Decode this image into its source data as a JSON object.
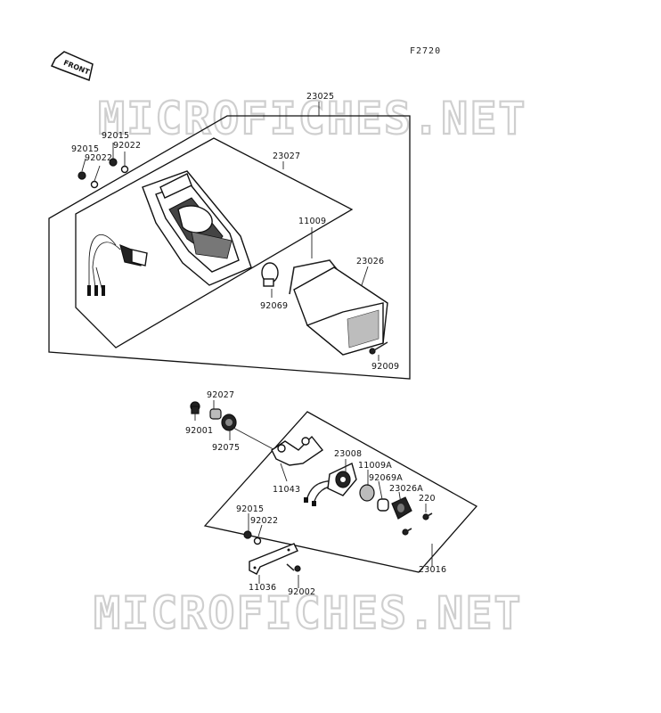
{
  "figure_code": "F2720",
  "front_arrow": {
    "label": "FRONT"
  },
  "watermark": {
    "text": "MICROFICHES.NET"
  },
  "parts": {
    "p23025": "23025",
    "p23027": "23027",
    "p92015_a": "92015",
    "p92022_a": "92022",
    "p92015_b": "92015",
    "p92022_b": "92022",
    "p11009": "11009",
    "p23026": "23026",
    "p92069": "92069",
    "p92009": "92009",
    "p92027": "92027",
    "p92001": "92001",
    "p92075": "92075",
    "p23008": "23008",
    "p11009A": "11009A",
    "p92069A": "92069A",
    "p23026A": "23026A",
    "p220": "220",
    "p11043": "11043",
    "p92015_c": "92015",
    "p92022_c": "92022",
    "p11036": "11036",
    "p92002": "92002",
    "p23016": "23016"
  },
  "colors": {
    "line": "#111111",
    "watermark": "#cfcfcf",
    "background": "#ffffff"
  }
}
